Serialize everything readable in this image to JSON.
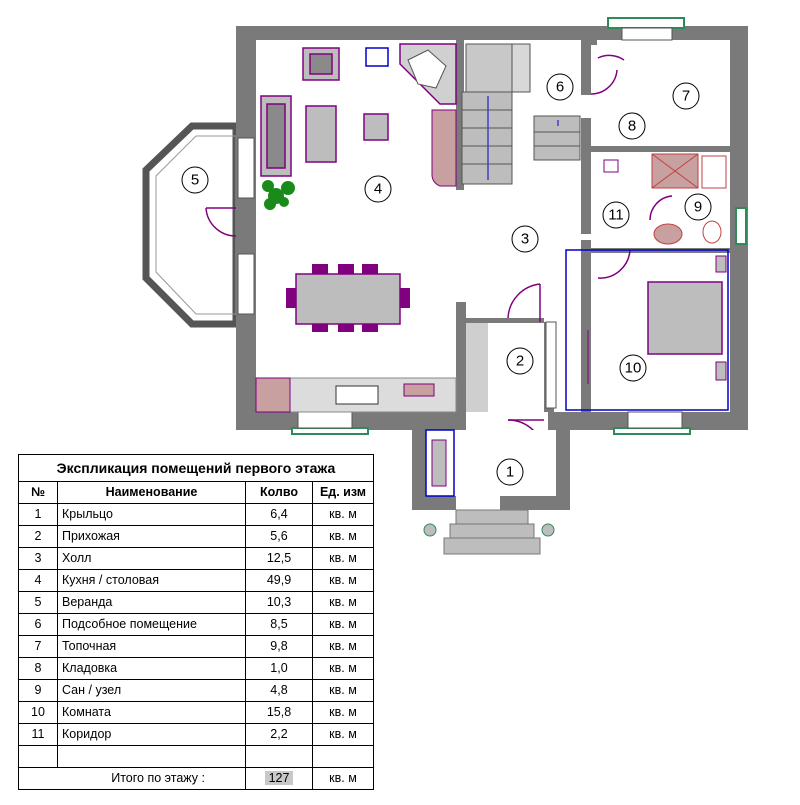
{
  "rooms": [
    {
      "id": "1",
      "label": "1"
    },
    {
      "id": "2",
      "label": "2"
    },
    {
      "id": "3",
      "label": "3"
    },
    {
      "id": "4",
      "label": "4"
    },
    {
      "id": "5",
      "label": "5"
    },
    {
      "id": "6",
      "label": "6"
    },
    {
      "id": "7",
      "label": "7"
    },
    {
      "id": "8",
      "label": "8"
    },
    {
      "id": "9",
      "label": "9"
    },
    {
      "id": "10",
      "label": "10"
    },
    {
      "id": "11",
      "label": "11"
    }
  ],
  "explication": {
    "title": "Экспликация помещений первого этажа",
    "headers": {
      "num": "№",
      "name": "Наименование",
      "qty": "Колво",
      "unit": "Ед. изм"
    },
    "rows": [
      {
        "num": "1",
        "name": "Крыльцо",
        "qty": "6,4",
        "unit": "кв. м"
      },
      {
        "num": "2",
        "name": "Прихожая",
        "qty": "5,6",
        "unit": "кв. м"
      },
      {
        "num": "3",
        "name": "Холл",
        "qty": "12,5",
        "unit": "кв. м"
      },
      {
        "num": "4",
        "name": "Кухня / столовая",
        "qty": "49,9",
        "unit": "кв. м"
      },
      {
        "num": "5",
        "name": "Веранда",
        "qty": "10,3",
        "unit": "кв. м"
      },
      {
        "num": "6",
        "name": "Подсобное помещение",
        "qty": "8,5",
        "unit": "кв. м"
      },
      {
        "num": "7",
        "name": "Топочная",
        "qty": "9,8",
        "unit": "кв. м"
      },
      {
        "num": "8",
        "name": "Кладовка",
        "qty": "1,0",
        "unit": "кв. м"
      },
      {
        "num": "9",
        "name": "Сан / узел",
        "qty": "4,8",
        "unit": "кв. м"
      },
      {
        "num": "10",
        "name": "Комната",
        "qty": "15,8",
        "unit": "кв. м"
      },
      {
        "num": "11",
        "name": "Коридор",
        "qty": "2,2",
        "unit": "кв. м"
      }
    ],
    "total": {
      "label": "Итого по этажу  :",
      "qty": "127",
      "unit": "кв. м"
    }
  },
  "colors": {
    "wall": "#7a7a7a",
    "furniture": "#800080",
    "window": "#2e8b57",
    "bath": "#c04040",
    "plant": "#1a8a1a",
    "blue": "#0000cc"
  }
}
